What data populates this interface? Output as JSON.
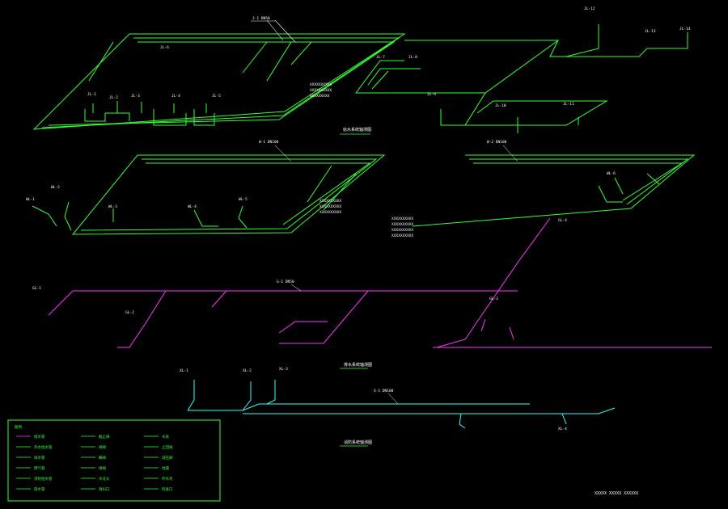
{
  "colors": {
    "background": "#000000",
    "water_supply_green": "#33ff33",
    "gas_magenta": "#ff33ff",
    "drain_cyan": "#33ffff",
    "label_white": "#ffffff",
    "leader_line": "#33ff33"
  },
  "section_titles": {
    "upper_system": "给水系统轴测图",
    "lower_system": "排水系统轴测图",
    "bottom_system": "消防系统轴测图"
  },
  "drawing_title": "XXXXX XXXXX XXXXXX",
  "notes": {
    "upper_note": [
      "XXXXXXXXXX",
      "XXXXXXXXXX",
      "XXXXXXXXX"
    ],
    "mid_note": [
      "XXXXXXXXXX",
      "XXXXXXXXXX",
      "XXXXXXXXXX"
    ],
    "mid_right_note": [
      "XXXXXXXXXX",
      "XXXXXXXXXX",
      "XXXXXXXXXX",
      "XXXXXXXXXX"
    ]
  },
  "pipe_tags": {
    "top_main": "J-1 DN50",
    "mid_left_main": "W-1 DN100",
    "mid_right_main": "W-2 DN100",
    "magenta_main": "G-1 DN50",
    "cyan_main": "X-1 DN100"
  },
  "fixture_labels": {
    "top_block": [
      "JL-1",
      "JL-2",
      "JL-3",
      "JL-4",
      "JL-5",
      "JL-6",
      "JL-7",
      "JL-8",
      "JL-9",
      "JL-10",
      "JL-11",
      "JL-12",
      "JL-13",
      "JL-14"
    ],
    "mid_block": [
      "WL-1",
      "WL-2",
      "WL-3",
      "WL-4",
      "WL-5",
      "WL-6"
    ],
    "magenta_block": [
      "GL-1",
      "GL-2",
      "GL-3",
      "GL-4"
    ],
    "cyan_block": [
      "XL-1",
      "XL-2",
      "XL-3",
      "XL-4"
    ]
  },
  "legend": {
    "title": "图例",
    "rows": [
      [
        "给水管",
        "截止阀",
        "水表"
      ],
      [
        "热水给水管",
        "闸阀",
        "止回阀"
      ],
      [
        "排水管",
        "蝶阀",
        "减压阀"
      ],
      [
        "燃气管",
        "球阀",
        "地漏"
      ],
      [
        "消防给水管",
        "水龙头",
        "存水弯"
      ],
      [
        "雨水管",
        "清扫口",
        "检查口"
      ]
    ]
  }
}
